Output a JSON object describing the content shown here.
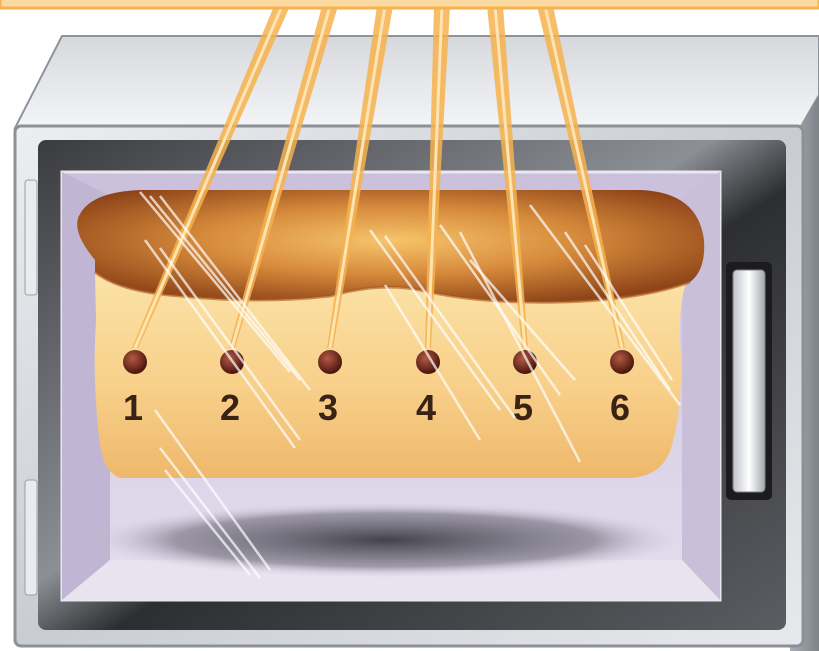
{
  "probes": [
    {
      "label": "1"
    },
    {
      "label": "2"
    },
    {
      "label": "3"
    },
    {
      "label": "4"
    },
    {
      "label": "5"
    },
    {
      "label": "6"
    }
  ],
  "colors": {
    "light_beam": "#f6b24e",
    "light_beam_core": "#fde4b2",
    "bread_crust": "#b55f2a",
    "bread_crumb": "#f8d28a",
    "oven_interior": "#d9d0e6",
    "probe_dot": "#5a1e14"
  }
}
